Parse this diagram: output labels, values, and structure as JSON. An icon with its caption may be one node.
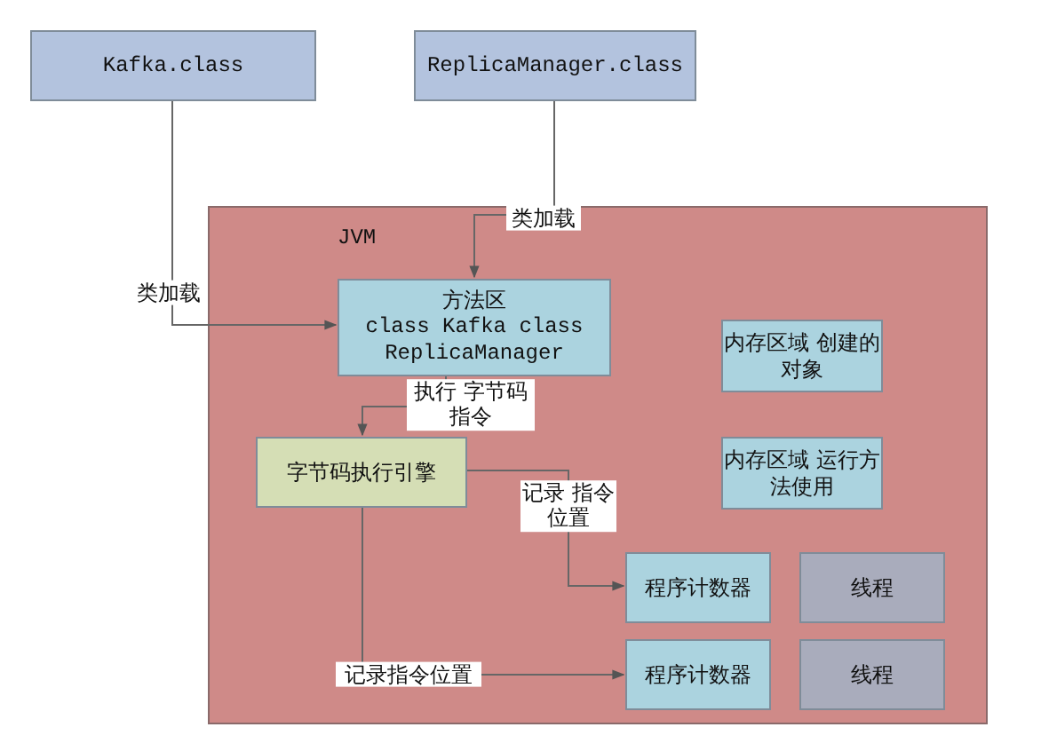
{
  "diagram": {
    "nodes": [
      {
        "text": [
          "Kafka.class"
        ]
      },
      {
        "text": [
          "ReplicaManager.class"
        ]
      },
      {
        "text": [
          "JVM"
        ]
      },
      {
        "text": [
          "方法区",
          "class Kafka class ReplicaManager"
        ],
        "in": 2
      },
      {
        "text": [
          "内存区域 创建的对象"
        ],
        "in": 2
      },
      {
        "text": [
          "字节码执行引擎"
        ],
        "in": 2
      },
      {
        "text": [
          "内存区域 运行方法使用"
        ],
        "in": 2
      },
      {
        "text": [
          "程序计数器"
        ],
        "in": 2
      },
      {
        "text": [
          "线程"
        ],
        "in": 2
      },
      {
        "text": [
          "程序计数器"
        ],
        "in": 2
      },
      {
        "text": [
          "线程"
        ],
        "in": 2
      }
    ],
    "edges": [
      {
        "from": 0,
        "to": 3,
        "arrow": "to",
        "label": "类加载"
      },
      {
        "from": 1,
        "to": 3,
        "arrow": "to",
        "label": "类加载"
      },
      {
        "from": 3,
        "to": 5,
        "arrow": "to",
        "label": "执行 字节码指令"
      },
      {
        "from": 5,
        "to": 7,
        "arrow": "to",
        "label": "记录 指令位置"
      },
      {
        "from": 5,
        "to": 9,
        "arrow": "to",
        "label": "记录指令位置"
      }
    ]
  }
}
